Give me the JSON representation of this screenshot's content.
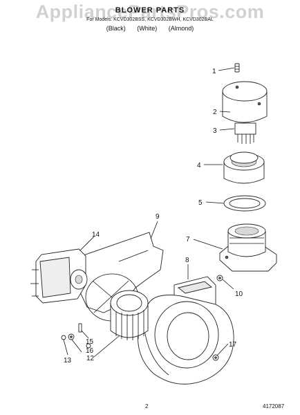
{
  "watermark": "AppliancePartsPros.com",
  "header": {
    "title": "BLOWER PARTS",
    "models": "For Models: KCVD302BSS, KCVD302BWH, KCVD302BAL",
    "variants": [
      "(Black)",
      "(White)",
      "(Almond)"
    ]
  },
  "callouts": [
    "1",
    "2",
    "3",
    "4",
    "5",
    "7",
    "8",
    "9",
    "10",
    "12",
    "13",
    "14",
    "15",
    "16",
    "17"
  ],
  "footer": {
    "page_number": "2",
    "figure_number": "4172087"
  }
}
